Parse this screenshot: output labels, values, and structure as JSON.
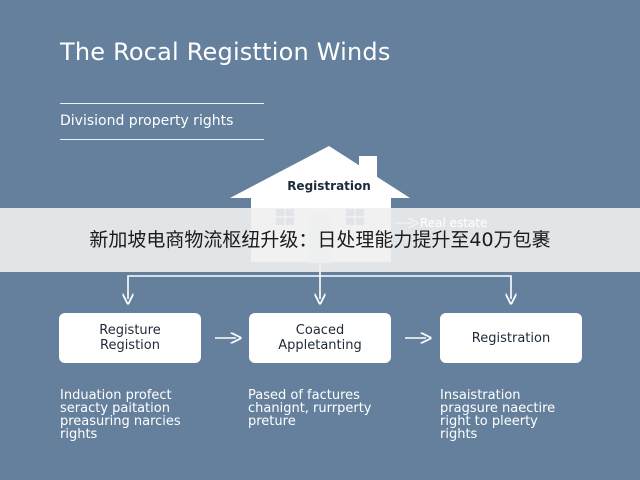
{
  "title": "The Rocal Registtion Winds",
  "subtitle": "Divisiond property rights",
  "house": {
    "label": "Registration"
  },
  "real_estate_label": "Real estate",
  "banner": {
    "text": "新加坡电商物流枢纽升级：日处理能力提升至40万包裹"
  },
  "boxes": [
    {
      "line1": "Registure",
      "line2": "Registion"
    },
    {
      "line1": "Coaced",
      "line2": "Appletanting"
    },
    {
      "line1": "Registration"
    }
  ],
  "descriptions": [
    {
      "lines": [
        "Induation profect",
        "seracty paitation",
        "preasuring narcies",
        "rights"
      ]
    },
    {
      "lines": [
        "Pased of factures",
        "chanignt, rurrperty",
        "preture"
      ]
    },
    {
      "lines": [
        "Insaistration",
        "pragsure naectire",
        "right to pleerty",
        "rights"
      ]
    }
  ],
  "colors": {
    "background": "#65809d",
    "house": "#ffffff",
    "window": "#5a87b8",
    "banner": "#f0f0f0"
  }
}
